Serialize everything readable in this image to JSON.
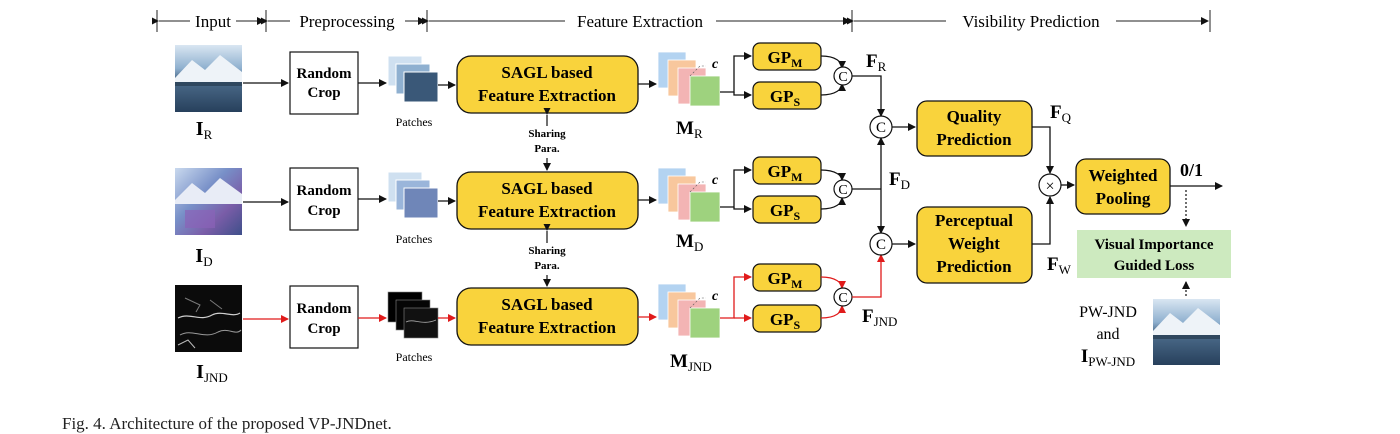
{
  "stages": [
    "Input",
    "Preprocessing",
    "Feature Extraction",
    "Visibility Prediction"
  ],
  "labels": {
    "random_crop_1": "Random",
    "random_crop_2": "Crop",
    "patches": "Patches",
    "sagl_1": "SAGL based",
    "sagl_2": "Feature Extraction",
    "sharing_1": "Sharing",
    "sharing_2": "Para.",
    "channel": "c",
    "gp": "GP",
    "gp_m_sub": "M",
    "gp_s_sub": "S",
    "concat": "C",
    "multiply": "×",
    "quality_1": "Quality",
    "quality_2": "Prediction",
    "pw_1": "Perceptual",
    "pw_2": "Weight",
    "pw_3": "Prediction",
    "wp_1": "Weighted",
    "wp_2": "Pooling",
    "output": "0/1",
    "vil_1": "Visual Importance",
    "vil_2": "Guided Loss",
    "pwjnd_1": "PW-JND",
    "pwjnd_2": "and",
    "I": "I",
    "M": "M",
    "F": "F",
    "sub_R": "R",
    "sub_D": "D",
    "sub_JND": "JND",
    "sub_Q": "Q",
    "sub_W": "W",
    "sub_PWJND": "PW-JND"
  },
  "caption": "Fig. 4.  Architecture of the proposed VP-JNDnet.",
  "colors": {
    "yellow": "#f9d33c",
    "cube_blue": "#b3d3f1",
    "cube_orange": "#f8c79d",
    "cube_pink": "#f3b4b4",
    "cube_green": "#9ed27e",
    "loss_green": "#cdeabf",
    "red_path": "#e01b1b"
  }
}
